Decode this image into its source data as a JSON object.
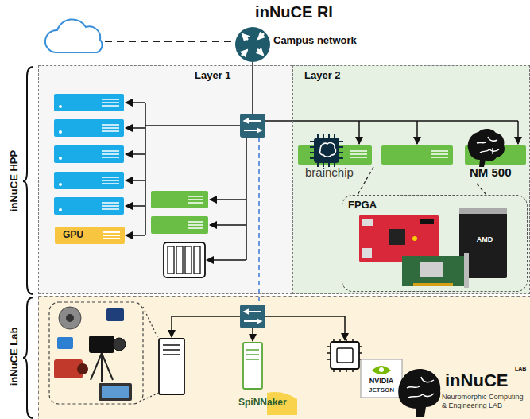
{
  "diagram": {
    "title": "inNuCE RI",
    "nodes": [
      {
        "text": [
          "Campus network"
        ]
      },
      {
        "text": [
          "Layer 1"
        ]
      },
      {
        "text": [
          "Layer 2"
        ]
      },
      {
        "text": [
          "GPU"
        ],
        "in": 1
      },
      {
        "text": [
          "brainchip"
        ],
        "in": 2
      },
      {
        "text": [
          "NM 500"
        ],
        "in": 2
      },
      {
        "text": [
          "FPGA"
        ],
        "in": 2
      }
    ],
    "labels": [
      "inNuCE HPP",
      "inNuCE Lab",
      "AMD",
      "SpiNNaker",
      "NVIDIA",
      "JETSON",
      "inNuCE",
      "LAB",
      "Neuromorphic Computing & Engineering LAB"
    ]
  }
}
